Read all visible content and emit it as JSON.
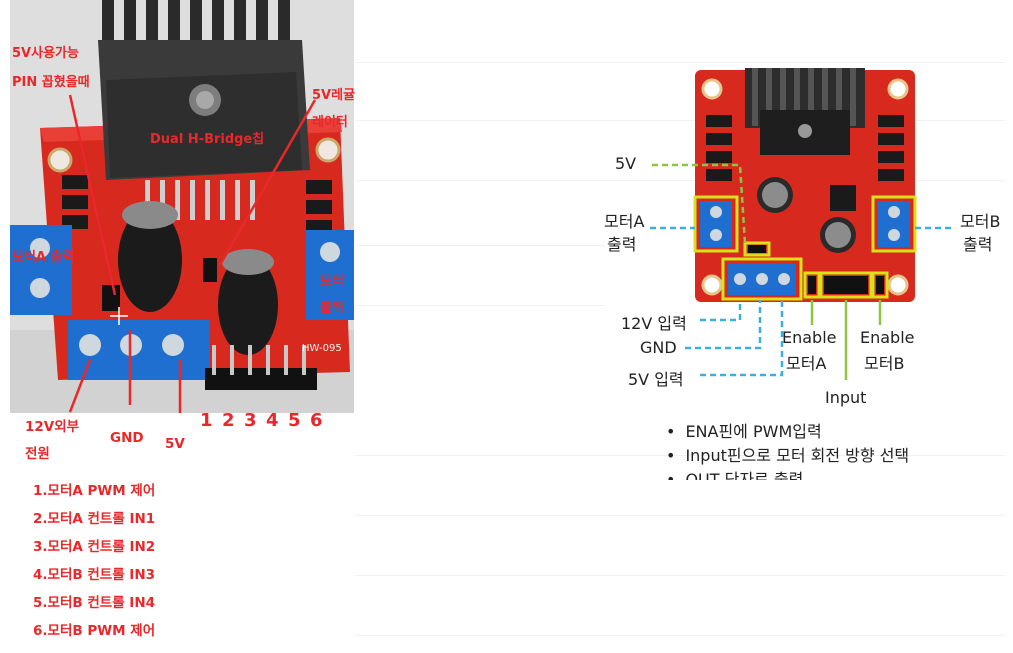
{
  "left_photo": {
    "annotations": {
      "pin_5v": "5V사용가능",
      "pin_short": "PIN 꼽혔을때",
      "dual_hbridge": "Dual H-Bridge칩",
      "regulator_1": "5V레귤",
      "regulator_2": "레이터",
      "motor_a_out": "모터A 출력",
      "motor_b_out_1": "모터",
      "motor_b_out_2": "출력",
      "pwr_12v_1": "12V외부",
      "pwr_12v_2": "전원",
      "gnd": "GND",
      "v5": "5V",
      "pin_numbers": [
        "1",
        "2",
        "3",
        "4",
        "5",
        "6"
      ],
      "board_model": "HW-095",
      "chip_text": "Dual H-Bridge칩"
    },
    "pin_legend": [
      "1.모터A PWM 제어",
      "2.모터A 컨트롤 IN1",
      "3.모터A 컨트롤 IN2",
      "4.모터B 컨트롤 IN3",
      "5.모터B 컨트롤 IN4",
      "6.모터B PWM 제어"
    ]
  },
  "right_diagram": {
    "labels": {
      "v5": "5V",
      "motor_a_1": "모터A",
      "motor_a_2": "출력",
      "motor_b_1": "모터B",
      "motor_b_2": "출력",
      "input_12v": "12V 입력",
      "gnd": "GND",
      "input_5v": "5V 입력",
      "ena_1": "Enable",
      "ena_2": "모터A",
      "enb_1": "Enable",
      "enb_2": "모터B",
      "input": "Input"
    },
    "bullets": [
      "ENA핀에 PWM입력",
      "Input핀으로 모터 회전 방향 선택",
      "OUT 단자로 출력"
    ]
  },
  "colors": {
    "annotation_red": "#e8282a",
    "board_red": "#d8291f",
    "terminal_blue": "#1f6fd1",
    "highlight_yellow": "#d6e21a",
    "callout_green": "#8cc63f",
    "callout_cyan": "#3ab0e0"
  }
}
